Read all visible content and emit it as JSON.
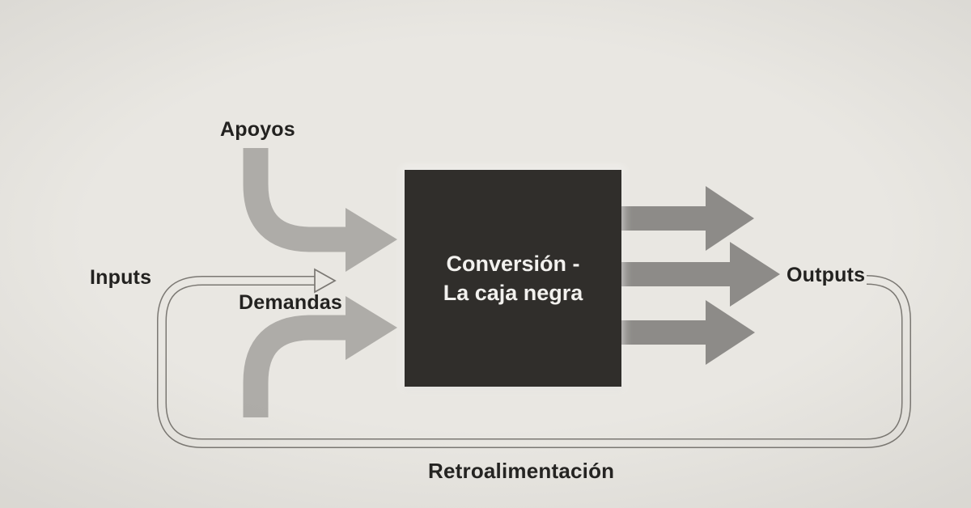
{
  "labels": {
    "apoyos": "Apoyos",
    "inputs": "Inputs",
    "demandas": "Demandas",
    "outputs": "Outputs",
    "retroalimentacion": "Retroalimentación"
  },
  "box": {
    "line1": "Conversión -",
    "line2": "La caja negra"
  },
  "colors": {
    "bg": "#e9e7e2",
    "box_bg": "#302e2b",
    "box_text": "#f2f1ee",
    "input_arrow": "#aeaca8",
    "output_arrow": "#8d8b88",
    "loop_line": "#7b7873",
    "label_text": "#232220"
  }
}
